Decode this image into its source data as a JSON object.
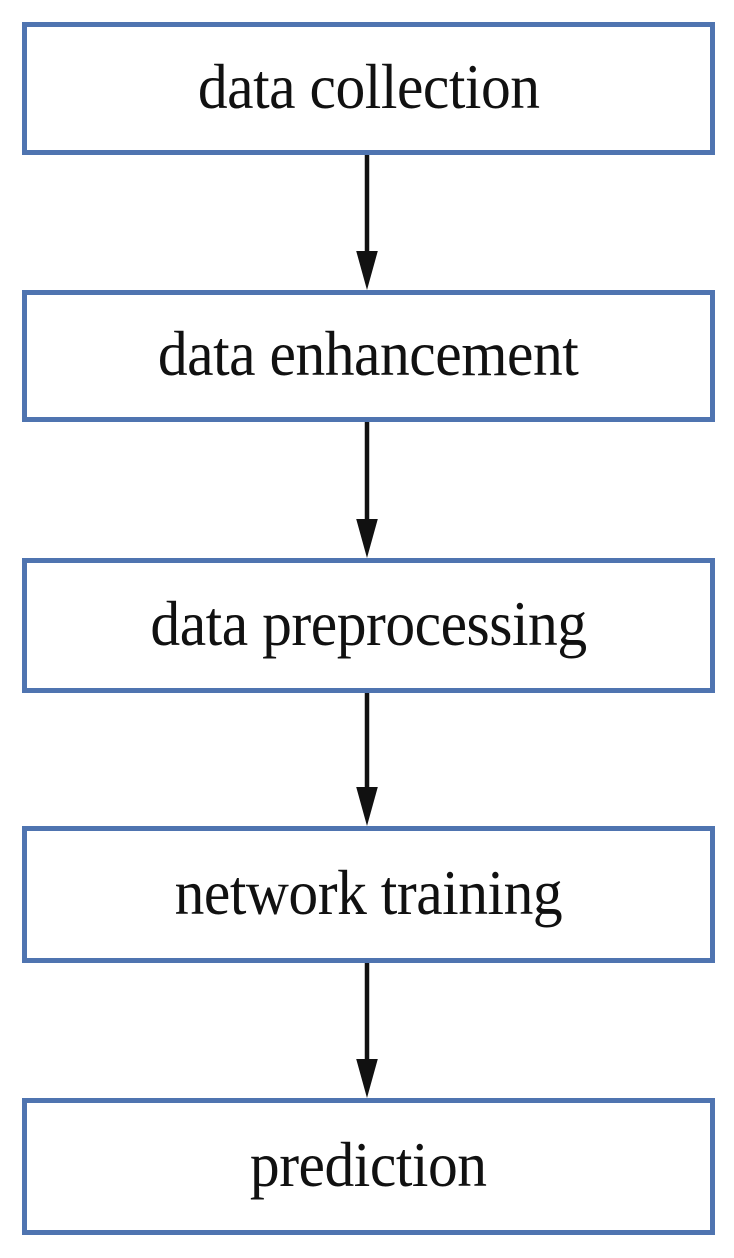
{
  "diagram": {
    "type": "flowchart",
    "orientation": "vertical",
    "title": "",
    "colors": {
      "node_border": "#4f74b0",
      "node_fill": "#ffffff",
      "arrow": "#111111",
      "text": "#111111",
      "background": "#ffffff"
    },
    "nodes": [
      {
        "id": "data-collection",
        "label": "data collection"
      },
      {
        "id": "data-enhancement",
        "label": "data enhancement"
      },
      {
        "id": "data-preprocessing",
        "label": "data preprocessing"
      },
      {
        "id": "network-training",
        "label": "network training"
      },
      {
        "id": "prediction",
        "label": "prediction"
      }
    ],
    "edges": [
      {
        "from": "data-collection",
        "to": "data-enhancement",
        "label": "",
        "style": "solid-arrow-down"
      },
      {
        "from": "data-enhancement",
        "to": "data-preprocessing",
        "label": "",
        "style": "solid-arrow-down"
      },
      {
        "from": "data-preprocessing",
        "to": "network-training",
        "label": "",
        "style": "solid-arrow-down"
      },
      {
        "from": "network-training",
        "to": "prediction",
        "label": "",
        "style": "solid-arrow-down"
      }
    ]
  }
}
